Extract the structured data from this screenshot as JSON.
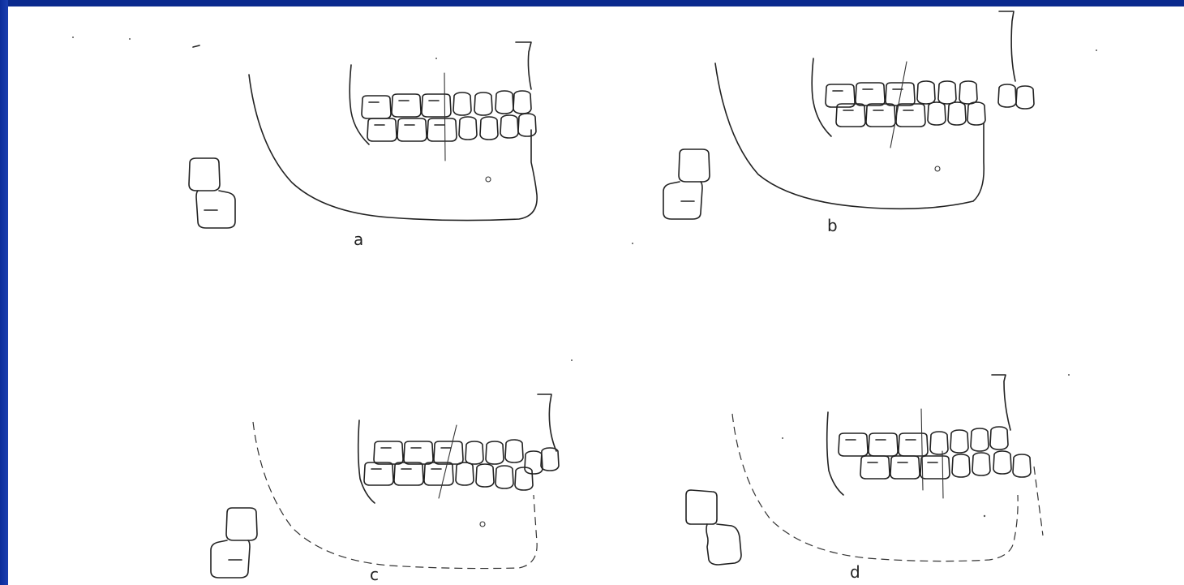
{
  "figure": {
    "panels": [
      {
        "id": "a",
        "label": "a"
      },
      {
        "id": "b",
        "label": "b"
      },
      {
        "id": "c",
        "label": "c"
      },
      {
        "id": "d",
        "label": "d"
      }
    ]
  },
  "colors": {
    "slide_border": "#0b2a8a",
    "paper": "#ffffff",
    "ink": "#222222"
  }
}
